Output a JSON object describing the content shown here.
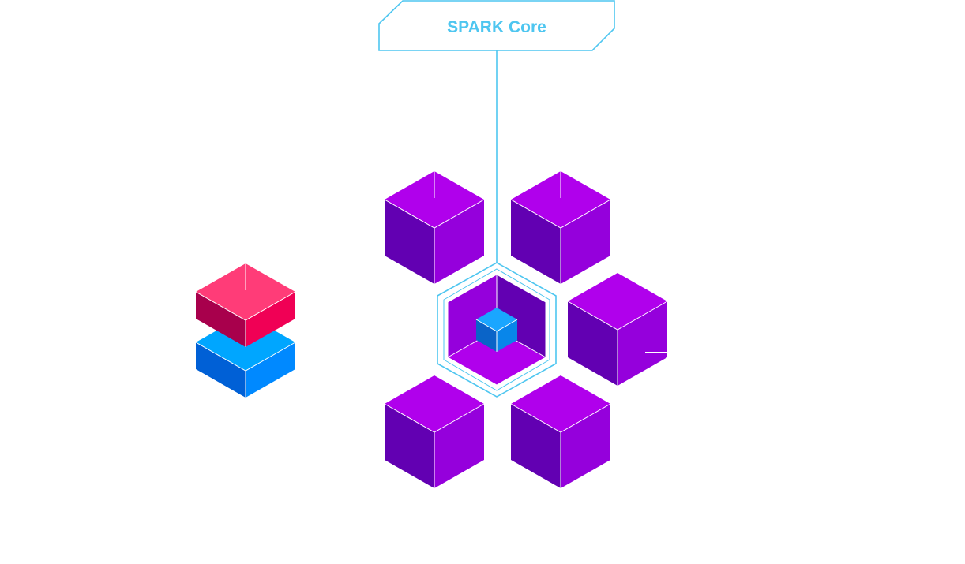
{
  "core_label": {
    "text": "SPARK Core"
  },
  "colors": {
    "accent_line": "#4ec6f0",
    "label_text": "#4ec6f0",
    "cube_top": "#b000ec",
    "cube_left": "#6200b2",
    "cube_right": "#9500dc",
    "inner_cube_top": "#1aa6ff",
    "inner_cube_left": "#0a64c8",
    "inner_cube_right": "#0886ea",
    "pink_top": "#ff3c78",
    "pink_left": "#a8004c",
    "pink_right": "#f00055",
    "blue_top": "#00a6ff",
    "blue_left": "#0060d6",
    "blue_right": "#0089ff"
  },
  "icons": [
    "purple-cube",
    "core-hexagon",
    "pink-blue-stack"
  ]
}
